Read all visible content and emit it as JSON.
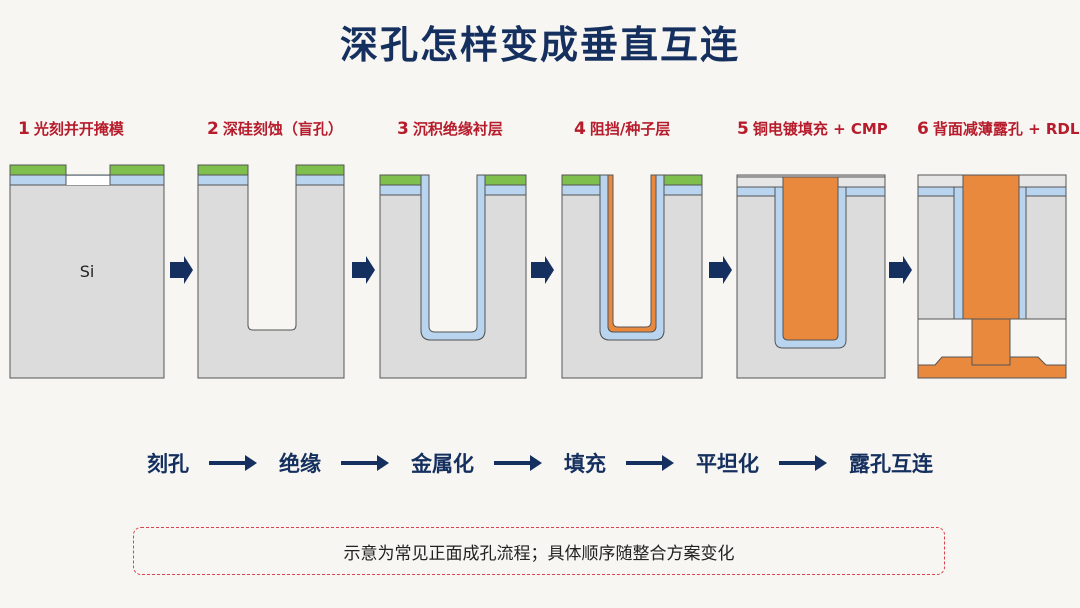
{
  "title": "深孔怎样变成垂直互连",
  "steps": [
    {
      "num": "1",
      "label": "光刻并开掩模"
    },
    {
      "num": "2",
      "label": "深硅刻蚀（盲孔）"
    },
    {
      "num": "3",
      "label": "沉积绝缘衬层"
    },
    {
      "num": "4",
      "label": "阻挡/种子层"
    },
    {
      "num": "5",
      "label": "铜电镀填充 + CMP"
    },
    {
      "num": "6",
      "label": "背面减薄露孔 + RDL"
    }
  ],
  "si_label": "Si",
  "flow": [
    "刻孔",
    "绝缘",
    "金属化",
    "填充",
    "平坦化",
    "露孔互连"
  ],
  "note": "示意为常见正面成孔流程；具体顺序随整合方案变化",
  "colors": {
    "title": "#15305f",
    "step_label": "#b71c2c",
    "silicon": "#dcdcdc",
    "liner": "#b8d4ef",
    "mask": "#7fbf4d",
    "copper": "#e8893e",
    "arrow": "#15305f",
    "note_border": "#d9434f"
  }
}
